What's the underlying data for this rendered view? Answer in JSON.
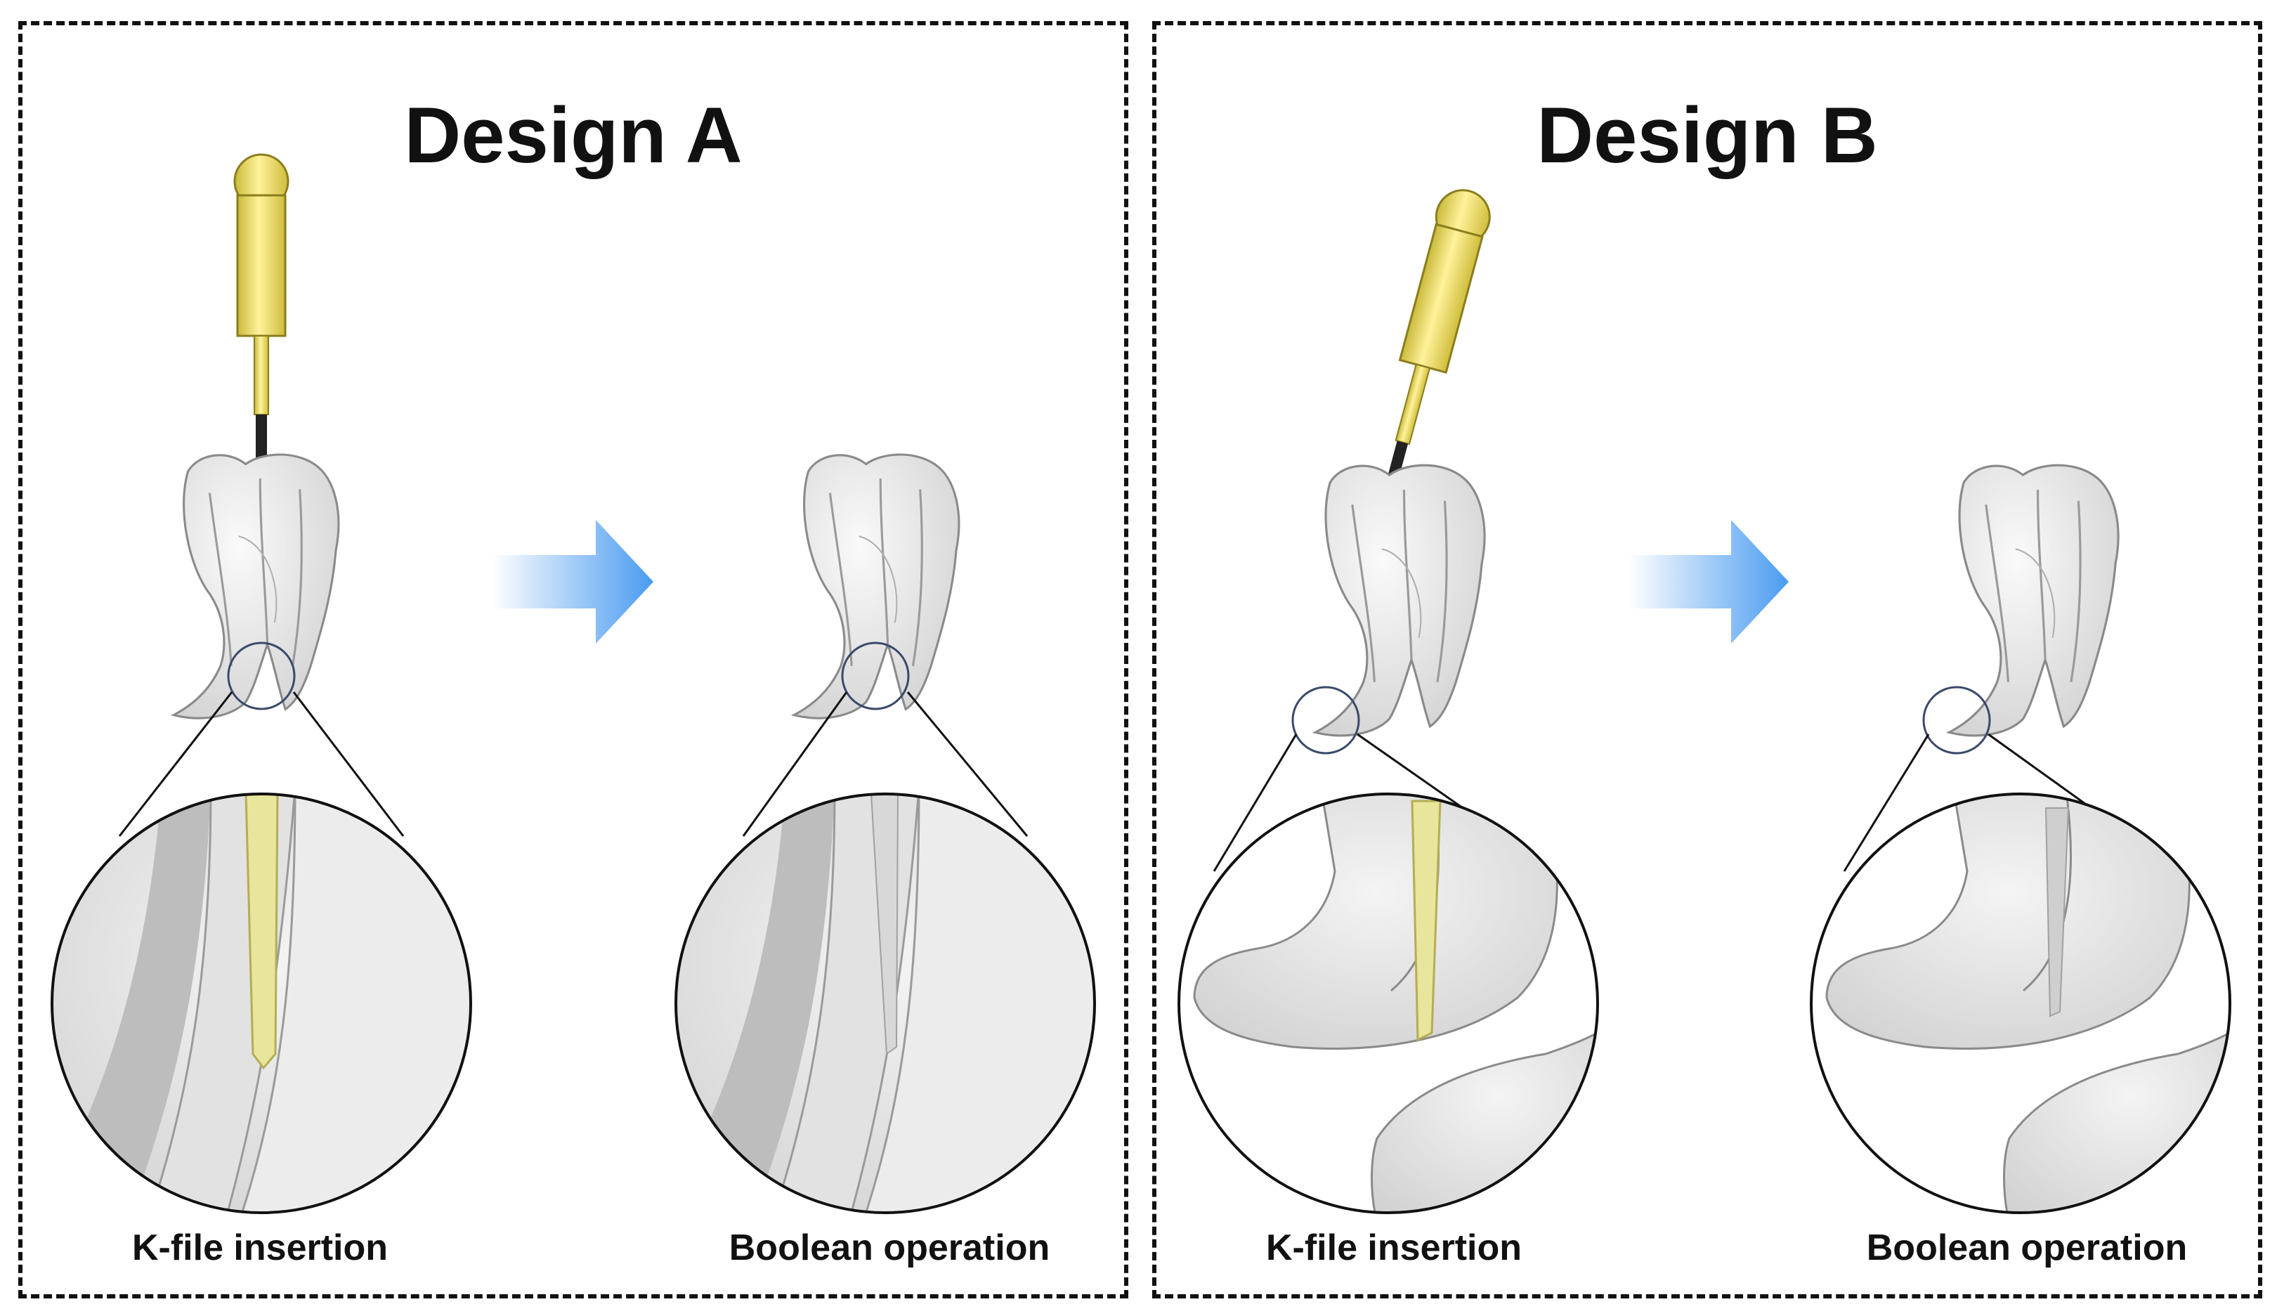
{
  "designs": [
    {
      "title": "Design A",
      "steps": [
        {
          "caption": "K-file insertion"
        },
        {
          "caption": "Boolean operation"
        }
      ]
    },
    {
      "title": "Design B",
      "steps": [
        {
          "caption": "K-file insertion"
        },
        {
          "caption": "Boolean operation"
        }
      ]
    }
  ],
  "colors": {
    "handle": "#f2e57a",
    "arrow": "#4a9bf0",
    "tooth": "#e6e6e6",
    "outline": "#111111"
  }
}
